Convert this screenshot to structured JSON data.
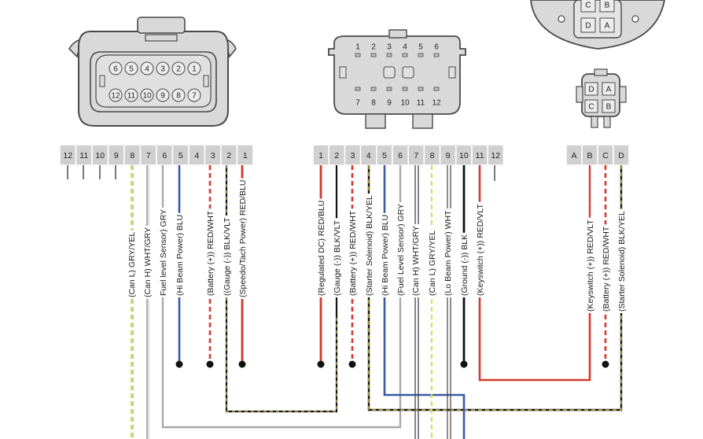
{
  "connectors": {
    "left": {
      "top_row": [
        "6",
        "5",
        "4",
        "3",
        "2",
        "1"
      ],
      "bottom_row": [
        "12",
        "11",
        "10",
        "9",
        "8",
        "7"
      ]
    },
    "middle": {
      "top_row": [
        "1",
        "2",
        "3",
        "4",
        "5",
        "6"
      ],
      "bottom_row": [
        "7",
        "8",
        "9",
        "10",
        "11",
        "12"
      ]
    },
    "round": {
      "pins": [
        "C",
        "B",
        "D",
        "A"
      ]
    },
    "small": {
      "pins": [
        "D",
        "A",
        "C",
        "B"
      ]
    }
  },
  "pin_strips": {
    "left": [
      "12",
      "11",
      "10",
      "9",
      "8",
      "7",
      "6",
      "5",
      "4",
      "3",
      "2",
      "1"
    ],
    "middle": [
      "1",
      "2",
      "3",
      "4",
      "5",
      "6",
      "7",
      "8",
      "9",
      "10",
      "11",
      "12"
    ],
    "right": [
      "A",
      "B",
      "C",
      "D"
    ]
  },
  "wire_labels": {
    "left": [
      "(Can L) GRY/YEL",
      "(Can H) WHT/GRY",
      "Fuel level Sensor) GRY",
      "(Hi Beam Power)  BLU",
      "(Battery (+)) RED/WHT",
      "((Gauge (-)) BLK/VLT",
      "(Speedo/Tach Power) RED/BLU"
    ],
    "middle": [
      "(Regulated DC) RED/BLU",
      "(Gauge (-)) BLK/VLT",
      "(Battery (+)) RED/WHT",
      "(Starter Solenoid) BLK/YEL",
      "(Hi Beam Power)  BLU",
      "(Fuel Level Sensor) GRY",
      "(Can H) WHT/GRY",
      "(Can L) GRY/YEL",
      "(Lo Beam Power)  WHT",
      "(Ground (-)) BLK",
      "(Keyswitch (+)) RED/VLT"
    ],
    "right": [
      "(Keyswitch (+)) RED/VLT",
      "(Battery (+)) RED/WHT",
      "(Starter Solenoid) BLK/YEL"
    ]
  },
  "colors": {
    "red": "#d6392b",
    "black": "#111111",
    "blue": "#3a5aa6",
    "gray": "#a9a9a9",
    "yellow": "#e8d84a",
    "white_wire": "#cfcfcf",
    "connector_fill": "#d9d9d9",
    "connector_stroke": "#4a4a4a",
    "strip_fill": "#d0d0d0"
  }
}
